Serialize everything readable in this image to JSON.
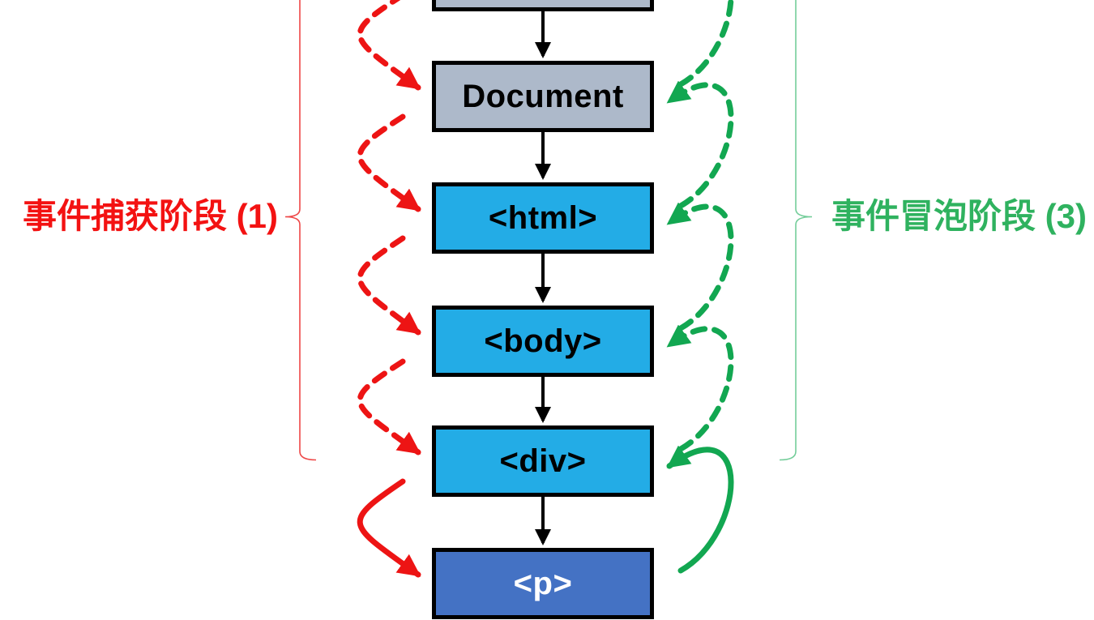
{
  "diagram": {
    "title_hint": "DOM event propagation phases",
    "left_label": {
      "text": "事件捕获阶段 (1)",
      "color": "#F31212"
    },
    "right_label": {
      "text": "事件冒泡阶段 (3)",
      "color": "#2FB25F"
    },
    "nodes": [
      {
        "id": "window-partial",
        "label": "",
        "fill": "#ADB9CA",
        "text_color": "#000000"
      },
      {
        "id": "document",
        "label": "Document",
        "fill": "#ADB9CA",
        "text_color": "#000000"
      },
      {
        "id": "html",
        "label": "<html>",
        "fill": "#23ACE6",
        "text_color": "#000000"
      },
      {
        "id": "body",
        "label": "<body>",
        "fill": "#23ACE6",
        "text_color": "#000000"
      },
      {
        "id": "div",
        "label": "<div>",
        "fill": "#23ACE6",
        "text_color": "#000000"
      },
      {
        "id": "p",
        "label": "<p>",
        "fill": "#4472C4",
        "text_color": "#FFFFFF"
      }
    ],
    "colors": {
      "capture_arrow": "#ED1414",
      "bubble_arrow": "#12A751",
      "capture_bracket": "#EE4747",
      "bubble_bracket": "#74CD9A",
      "connector": "#000000",
      "node_border": "#000000",
      "background": "#FFFFFF"
    }
  }
}
